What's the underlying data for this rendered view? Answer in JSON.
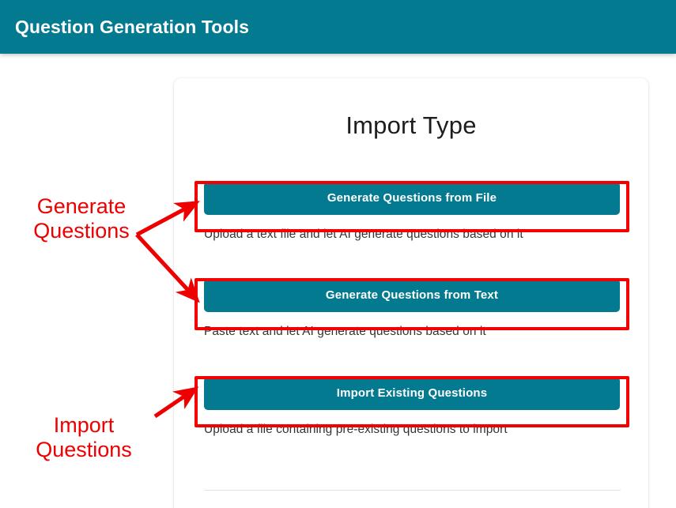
{
  "header": {
    "title": "Question Generation Tools",
    "background_color": "#047a91",
    "text_color": "#ffffff"
  },
  "card": {
    "title": "Import Type",
    "options": [
      {
        "button_label": "Generate Questions from File",
        "description": "Upload a text file and let AI generate questions based on it",
        "highlighted": true
      },
      {
        "button_label": "Generate Questions from Text",
        "description": "Paste text and let AI generate questions based on it",
        "highlighted": true
      },
      {
        "button_label": "Import Existing Questions",
        "description": "Upload a file containing pre-existing questions to import",
        "highlighted": true
      }
    ]
  },
  "annotations": {
    "accent_color": "#ee0000",
    "generate_label": "Generate\nQuestions",
    "import_label": "Import\nQuestions"
  },
  "theme": {
    "button_color": "#047a91",
    "button_text_color": "#ffffff",
    "description_text_color": "#343434",
    "card_background": "#ffffff",
    "page_background": "#ffffff",
    "divider_color": "#e2e2e2"
  }
}
